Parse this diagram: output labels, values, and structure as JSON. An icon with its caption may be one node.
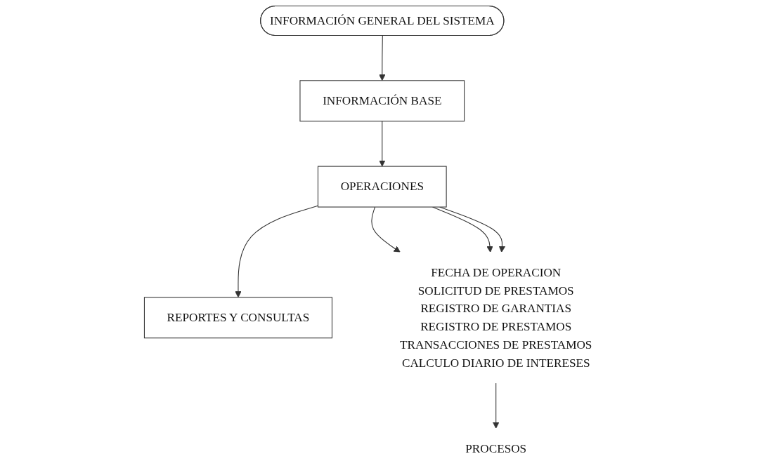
{
  "diagram": {
    "nodes": [
      {
        "text": [
          "INFORMACIÓN BASE"
        ]
      },
      {
        "text": [
          "INFORMACIÓN GENERAL DEL SISTEMA"
        ]
      },
      {
        "text": [
          "OPERACIONES"
        ]
      },
      {
        "text": [
          "REPORTES Y CONSULTAS"
        ]
      },
      {
        "text": [
          "FECHA DE OPERACION",
          "SOLICITUD DE PRESTAMOS",
          "REGISTRO DE GARANTIAS",
          "REGISTRO DE PRESTAMOS",
          "TRANSACCIONES DE PRESTAMOS",
          "CALCULO DIARIO DE INTERESES"
        ]
      },
      {
        "text": [
          "PROCESOS"
        ]
      }
    ],
    "edges": [
      {
        "from": 1,
        "to": 0,
        "arrow": "to"
      },
      {
        "from": 0,
        "to": 2,
        "arrow": "to"
      },
      {
        "from": 2,
        "to": 4,
        "arrow": "to"
      },
      {
        "from": 2,
        "to": 4,
        "arrow": "to"
      },
      {
        "from": 2,
        "to": 4,
        "arrow": "to"
      },
      {
        "from": 4,
        "to": 5,
        "arrow": "to"
      },
      {
        "from": 2,
        "to": 3,
        "arrow": "to"
      }
    ]
  }
}
